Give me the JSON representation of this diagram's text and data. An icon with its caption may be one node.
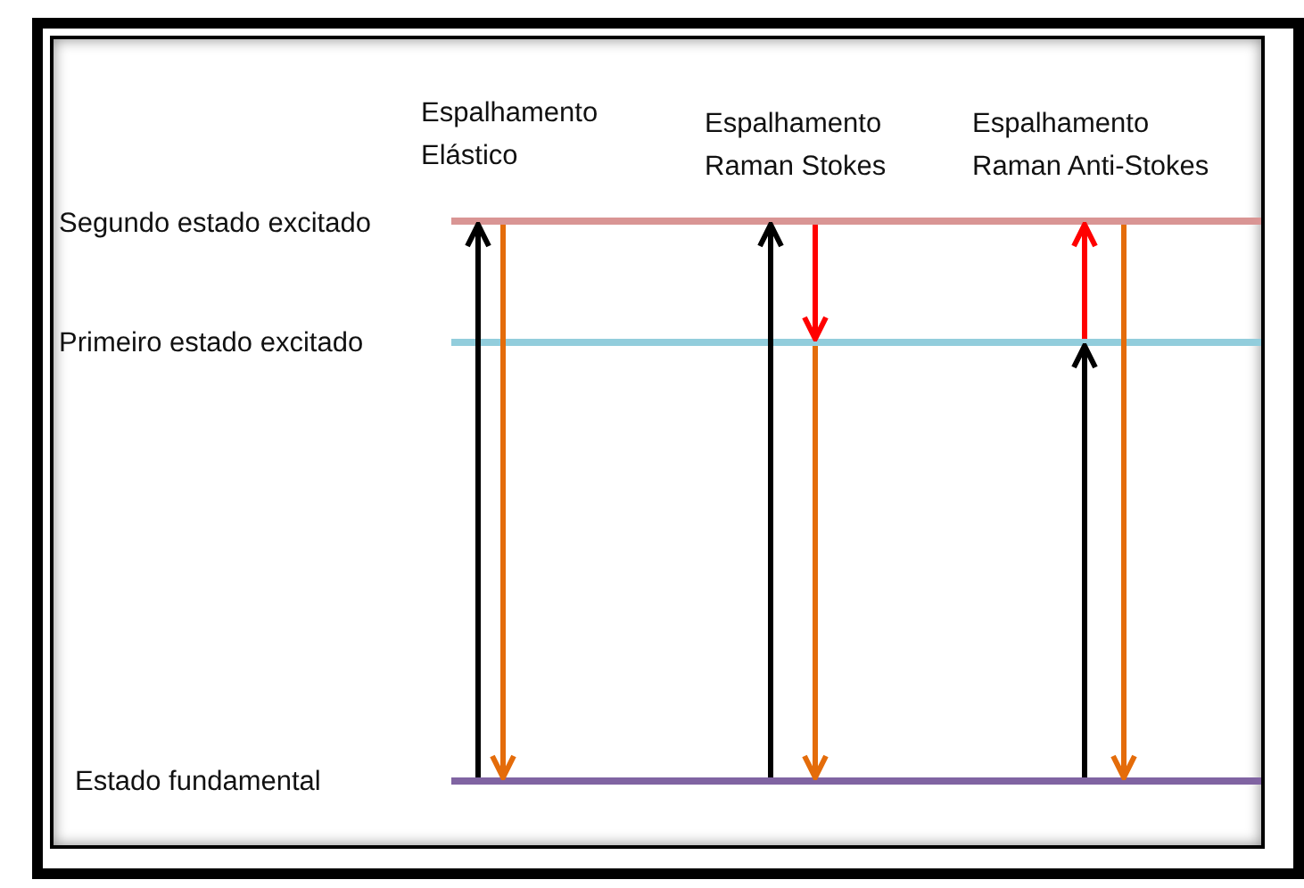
{
  "diagram": {
    "nodes": [
      {
        "text": [],
        "shape": "bar"
      },
      {
        "text": [],
        "shape": "bar"
      },
      {
        "text": [],
        "shape": "bar"
      }
    ],
    "edges": [
      {
        "from": 2,
        "to": 0,
        "arrow": "to",
        "color": "#000000"
      },
      {
        "from": 0,
        "to": 2,
        "arrow": "to",
        "color": "#e46c0a"
      },
      {
        "from": 2,
        "to": 0,
        "arrow": "to",
        "color": "#000000"
      },
      {
        "from": 0,
        "to": 1,
        "arrow": "to",
        "color": "#ff0000"
      },
      {
        "from": 1,
        "to": 2,
        "arrow": "to",
        "color": "#e46c0a"
      },
      {
        "from": 2,
        "to": 1,
        "arrow": "to",
        "color": "#000000"
      },
      {
        "from": 1,
        "to": 0,
        "arrow": "to",
        "color": "#ff0000"
      },
      {
        "from": 0,
        "to": 2,
        "arrow": "to",
        "color": "#e46c0a"
      }
    ],
    "labels": [
      "Espalhamento Elástico",
      "Espalhamento Raman Stokes",
      "Espalhamento Raman Anti-Stokes",
      "Segundo estado excitado",
      "Primeiro estado excitado",
      "Estado fundamental"
    ]
  }
}
